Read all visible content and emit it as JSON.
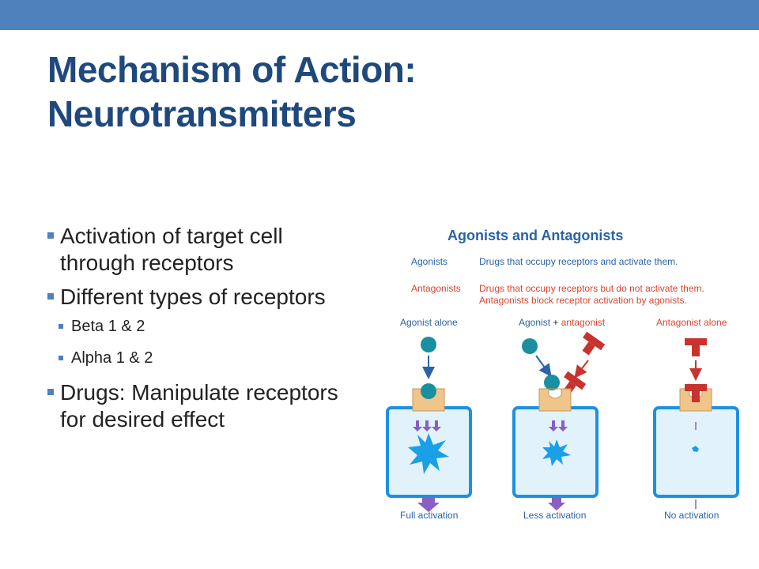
{
  "slide": {
    "title_line1": "Mechanism of Action:",
    "title_line2": "Neurotransmitters",
    "bullets": [
      "Activation of target cell through receptors",
      "Different types of receptors",
      "Beta 1 & 2",
      "Alpha 1 & 2",
      "Drugs: Manipulate receptors for desired effect"
    ]
  },
  "diagram": {
    "title": "Agonists and Antagonists",
    "def_agonists_term": "Agonists",
    "def_agonists_text": "Drugs that occupy receptors and activate them.",
    "def_antagonists_term": "Antagonists",
    "def_antagonists_text1": "Drugs that occupy receptors but do not activate them.",
    "def_antagonists_text2": "Antagonists block receptor activation by agonists.",
    "panel1_label": "Agonist alone",
    "panel2_label_a": "Agonist",
    "panel2_label_plus": "+",
    "panel2_label_b": "antagonist",
    "panel3_label": "Antagonist alone",
    "panel1_result": "Full activation",
    "panel2_result": "Less activation",
    "panel3_result": "No activation",
    "colors": {
      "title": "#2a63a6",
      "label_red": "#d6452f",
      "label_blue": "#2a63a6",
      "agonist": "#1a8fa0",
      "antagonist": "#c8332e",
      "receptor": "#f0c58a",
      "cell_border": "#1e90e0",
      "cell_fill": "#e2f2fb",
      "burst": "#1aa0e6",
      "arrow_purple": "#8a5fc2"
    }
  }
}
